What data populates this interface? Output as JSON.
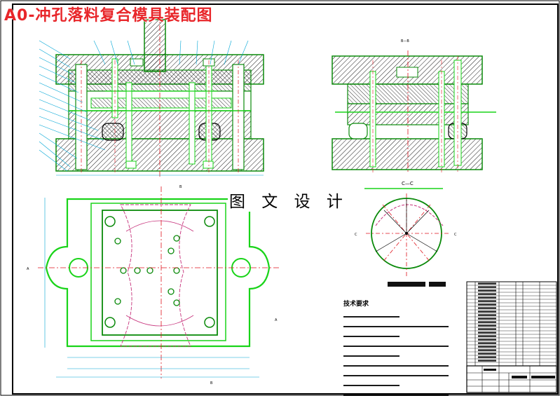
{
  "title": "A0-冲孔落料复合模具装配图",
  "watermark": "图 文 设 计",
  "section_labels": {
    "b_b": "B—B",
    "c_c": "C—C",
    "a_left": "A",
    "a_right": "A",
    "b_top": "B",
    "b_bottom": "B",
    "c_left": "C",
    "c_right": "C"
  },
  "notes_title": "技术要求",
  "colors": {
    "outline": "#0a8a0a",
    "bright_green": "#19d419",
    "centerline": "#e0141c",
    "dimension": "#00a6d6",
    "hatch": "#000000",
    "magenta": "#c6307a",
    "frame": "#000000"
  }
}
